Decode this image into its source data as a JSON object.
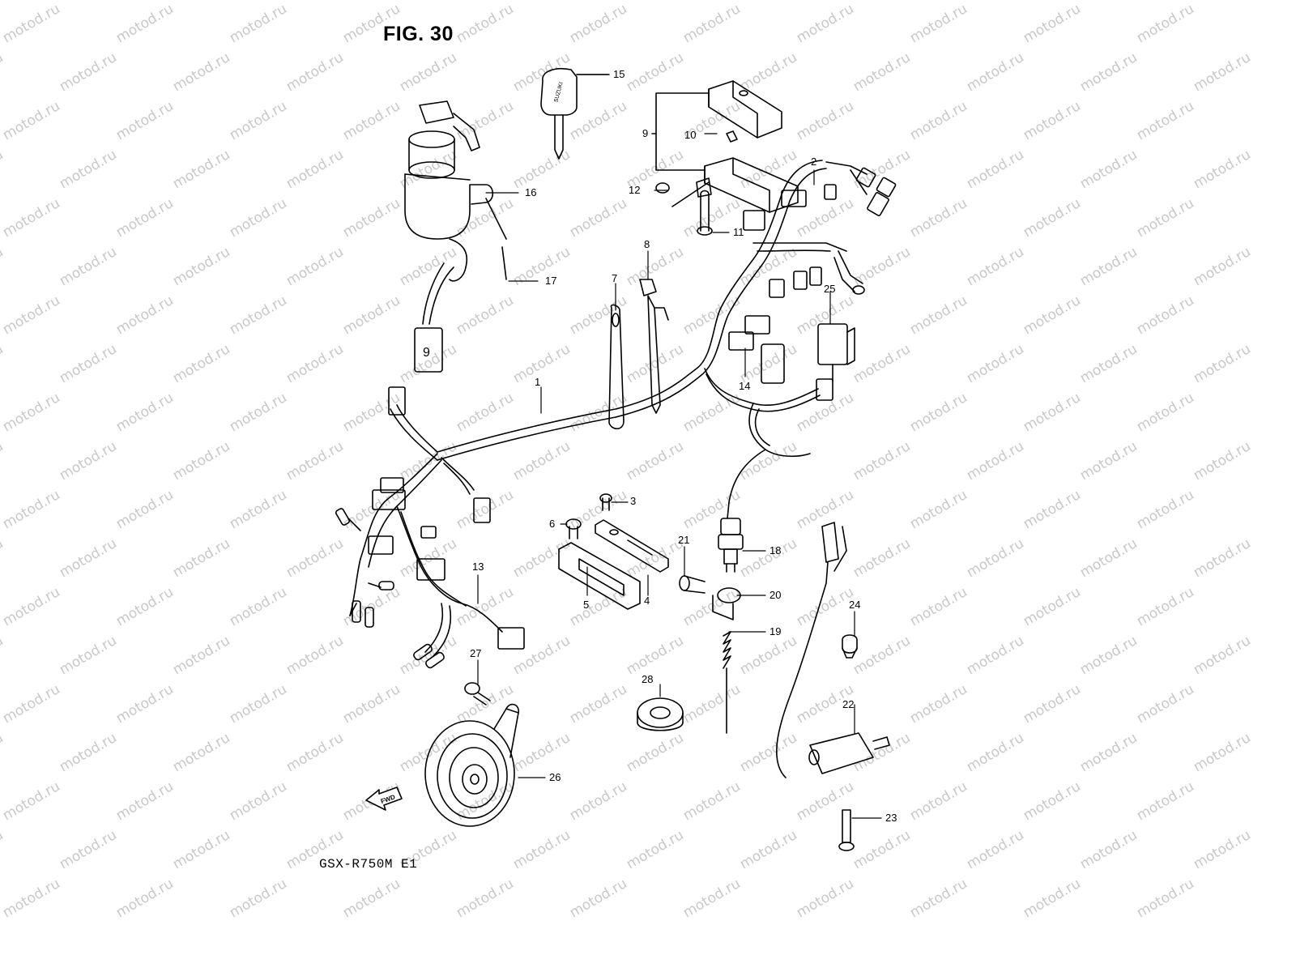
{
  "figure": {
    "title": "FIG. 30",
    "model": "GSX-R750M E1",
    "fwd_label": "FWD",
    "watermark": "motod.ru",
    "brand_on_key": "SUZUKI",
    "connector_glyph": "9"
  },
  "callouts": [
    "1",
    "2",
    "3",
    "4",
    "5",
    "6",
    "7",
    "8",
    "9",
    "10",
    "11",
    "12",
    "13",
    "14",
    "15",
    "16",
    "17",
    "18",
    "19",
    "20",
    "21",
    "22",
    "23",
    "24",
    "25",
    "26",
    "27",
    "28"
  ],
  "colors": {
    "line": "#000000",
    "background": "#ffffff",
    "watermark": "#c8c8c8"
  }
}
